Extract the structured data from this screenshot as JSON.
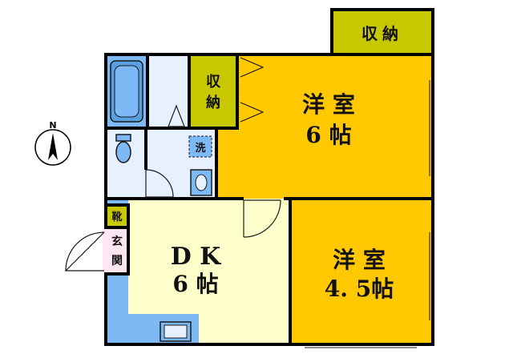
{
  "colors": {
    "western_room": "#FFC800",
    "dk": "#FFFFCC",
    "wet_area": "#7DB9F5",
    "light_blue": "#E6F0FF",
    "storage": "#C8C800",
    "entrance": "#FFE6F0",
    "wall": "#000000"
  },
  "compass": {
    "north_label": "N"
  },
  "rooms": {
    "western_top": {
      "line1": "洋 室",
      "line2": "6 帖"
    },
    "western_bottom": {
      "line1": "洋 室",
      "line2": "4. 5帖"
    },
    "dk": {
      "line1": "D K",
      "line2": "6 帖"
    }
  },
  "storage": {
    "top_right": "収納",
    "closet_line1": "収",
    "closet_line2": "納"
  },
  "labels": {
    "washer": "洗",
    "shoe_box": "靴",
    "entrance_line1": "玄",
    "entrance_line2": "関"
  }
}
